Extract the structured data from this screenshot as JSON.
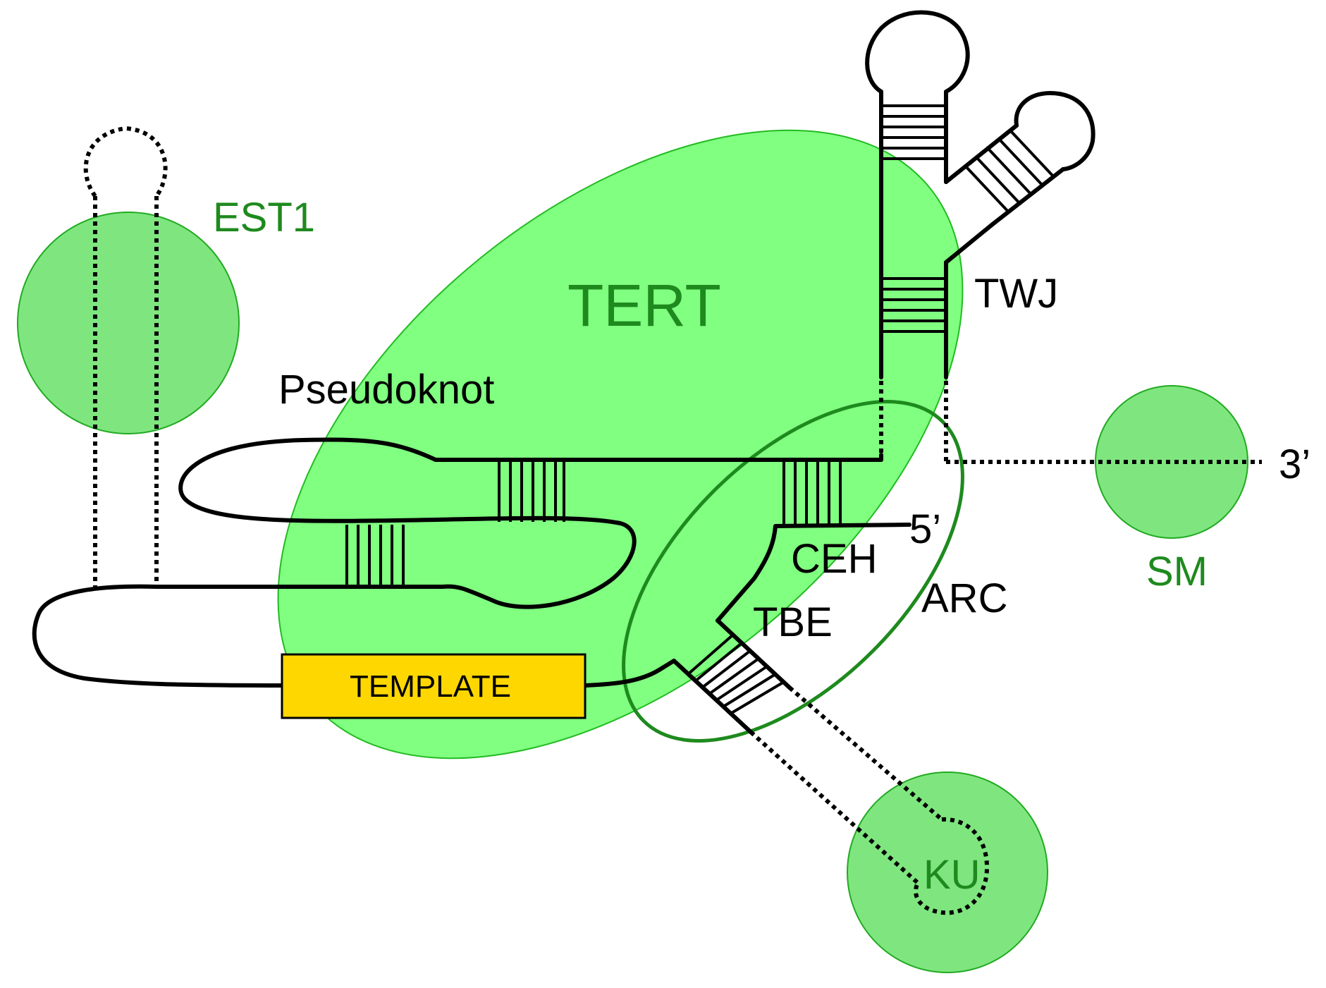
{
  "labels": {
    "tert": "TERT",
    "est1": "EST1",
    "twj": "TWJ",
    "pseudoknot": "Pseudoknot",
    "sm": "SM",
    "ku": "KU",
    "ceh": "CEH",
    "arc": "ARC",
    "tbe": "TBE",
    "template": "TEMPLATE",
    "five_prime": "5’",
    "three_prime": "3’"
  },
  "colors": {
    "tert_fill": "#80ff80",
    "protein_fill": "#7fe67f",
    "protein_stroke": "#1e8a1e",
    "label_green": "#1e8a1e",
    "arc_outline": "#1e8a1e",
    "template_fill": "#ffd700",
    "rna": "#000000"
  }
}
